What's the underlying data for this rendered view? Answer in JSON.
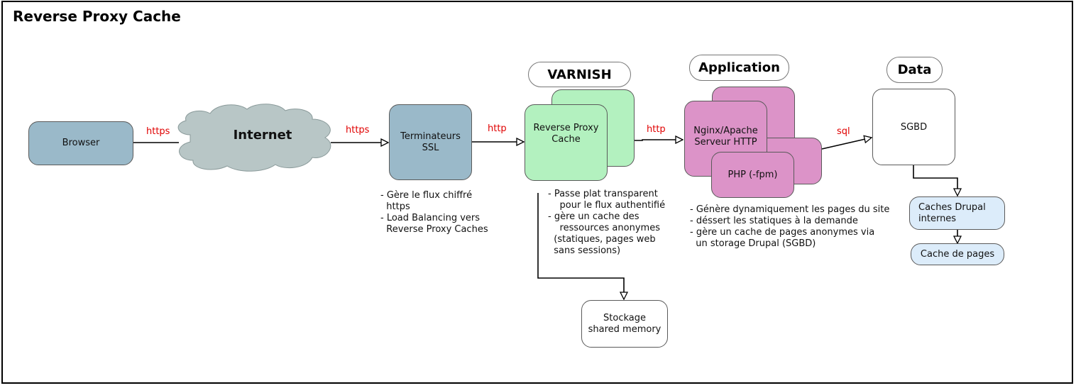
{
  "title": "Reverse Proxy Cache",
  "nodes": {
    "browser": "Browser",
    "internet": "Internet",
    "ssl": "Terminateurs\nSSL",
    "varnish_back": "",
    "rpc": "Reverse Proxy\nCache",
    "nginx": "Nginx/Apache\nServeur HTTP",
    "php": "PHP (-fpm)",
    "sgbd": "SGBD",
    "drupal_caches": "Caches Drupal\n  internes",
    "page_cache": "Cache de pages",
    "storage": "Stockage\nshared memory"
  },
  "groups": {
    "varnish": "VARNISH",
    "application": "Application",
    "data": "Data"
  },
  "edge_labels": {
    "browser_internet": "https",
    "internet_ssl": "https",
    "ssl_rpc": "http",
    "rpc_nginx": "http",
    "app_sgbd": "sql"
  },
  "notes": {
    "ssl": "- Gère le flux chiffré\n  https\n- Load Balancing vers\n  Reverse Proxy Caches",
    "varnish": "- Passe plat transparent\n    pour le flux authentifié\n- gère un cache des\n    ressources anonymes\n  (statiques, pages web\n  sans sessions)",
    "app": "- Génère dynamiquement les pages du site\n- déssert les statiques à la demande\n- gère un cache de pages anonymes via\n  un storage Drupal (SGBD)"
  },
  "colors": {
    "browser_ssl": "#9ab9c9",
    "cloud": "#b8c6c6",
    "varnish": "#b3f1bf",
    "app": "#dc93c8",
    "drupal": "#dcecfa",
    "edge_label": "#e00000"
  }
}
